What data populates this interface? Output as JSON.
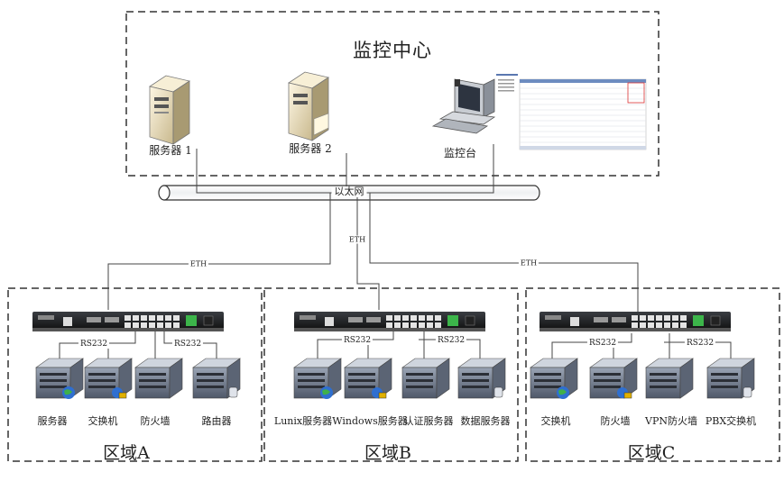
{
  "center": {
    "title": "监控中心",
    "server1_label": "服务器 1",
    "server2_label": "服务器 2",
    "console_label": "监控台"
  },
  "bus_label": "以太网",
  "eth_label": "ETH",
  "rs232_label": "RS232",
  "zones": [
    {
      "title": "区域A",
      "devices": [
        "服务器",
        "交换机",
        "防火墙",
        "路由器"
      ]
    },
    {
      "title": "区域B",
      "devices": [
        "Lunix服务器",
        "Windows服务器",
        "认证服务器",
        "数据服务器"
      ]
    },
    {
      "title": "区域C",
      "devices": [
        "交换机",
        "防火墙",
        "VPN防火墙",
        "PBX交换机"
      ]
    }
  ]
}
